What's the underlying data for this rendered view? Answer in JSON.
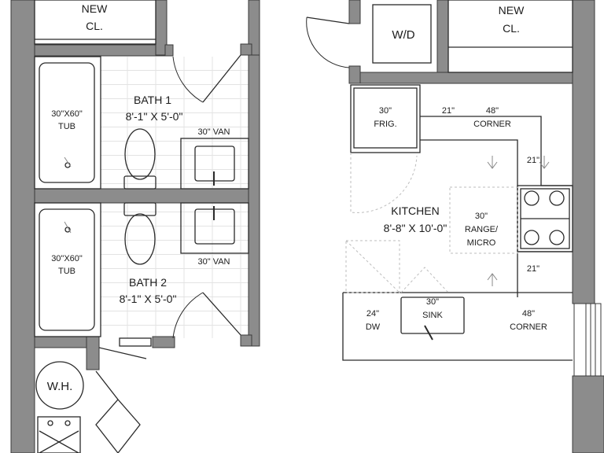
{
  "colors": {
    "wall": "#8a8a8a",
    "line": "#2a2a2a",
    "fixture": "#555555",
    "faint": "#bdbdbd",
    "background": "#ffffff"
  },
  "labels": {
    "closet_left": "NEW",
    "closet_left_2": "CL.",
    "washer_dryer": "W/D",
    "closet_right": "NEW",
    "closet_right_2": "CL.",
    "bath1_title": "BATH 1",
    "bath1_dims": "8'-1\" X 5'-0\"",
    "bath1_tub": "30\"X60\"",
    "bath1_tub_2": "TUB",
    "bath1_vanity": "30\" VAN",
    "bath2_title": "BATH 2",
    "bath2_dims": "8'-1\" X 5'-0\"",
    "bath2_tub": "30\"X60\"",
    "bath2_tub_2": "TUB",
    "bath2_vanity": "30\" VAN",
    "fridge": "30\"",
    "fridge_2": "FRIG.",
    "cab_21_top": "21\"",
    "corner_top": "48\"",
    "corner_top_2": "CORNER",
    "cab_21_right_top": "21\"",
    "kitchen_title": "KITCHEN",
    "kitchen_dims": "8'-8\" X 10'-0\"",
    "range": "30\"",
    "range_2": "RANGE/",
    "range_3": "MICRO",
    "cab_21_right_bottom": "21\"",
    "dw": "24\"",
    "dw_2": "DW",
    "sink": "30\"",
    "sink_2": "SINK",
    "corner_bottom": "48\"",
    "corner_bottom_2": "CORNER",
    "water_heater": "W.H."
  }
}
